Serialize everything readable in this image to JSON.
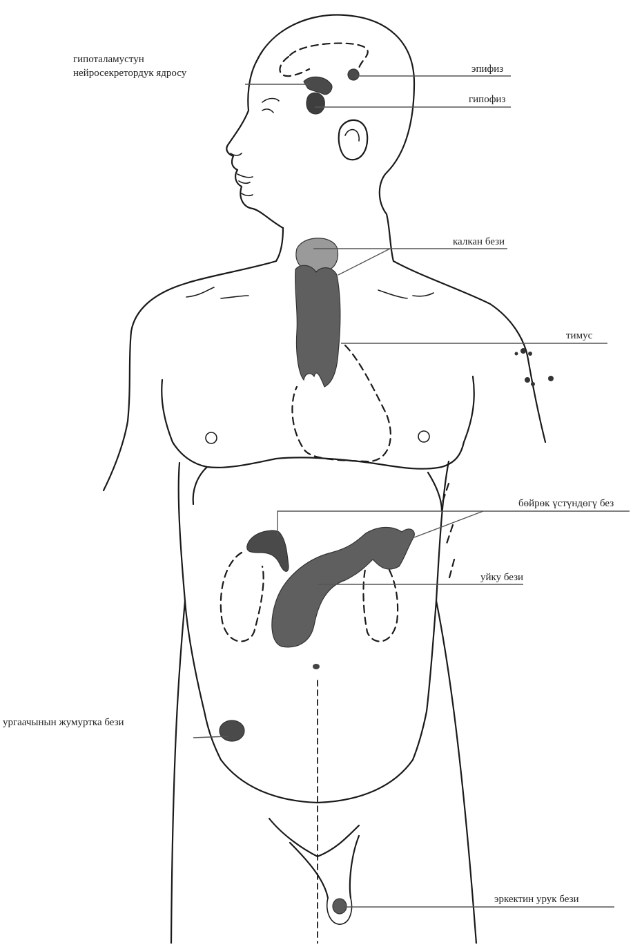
{
  "labels": {
    "hypothalamus_line1": "гипоталамустун",
    "hypothalamus_line2": "нейросекретордук ядросу",
    "epiphysis": "эпифиз",
    "pituitary": "гипофиз",
    "thyroid": "калкан бези",
    "thymus": "тимус",
    "adrenal": "бөйрөк үстүндөгү без",
    "pancreas": "уйку бези",
    "ovary": "ургаачынын жумуртка бези",
    "testis": "эркектин урук бези"
  },
  "colors": {
    "gland_fill": "#5f5f5f",
    "gland_dark": "#3e3e3e",
    "outline": "#1a1a1a",
    "leader": "#555555"
  }
}
